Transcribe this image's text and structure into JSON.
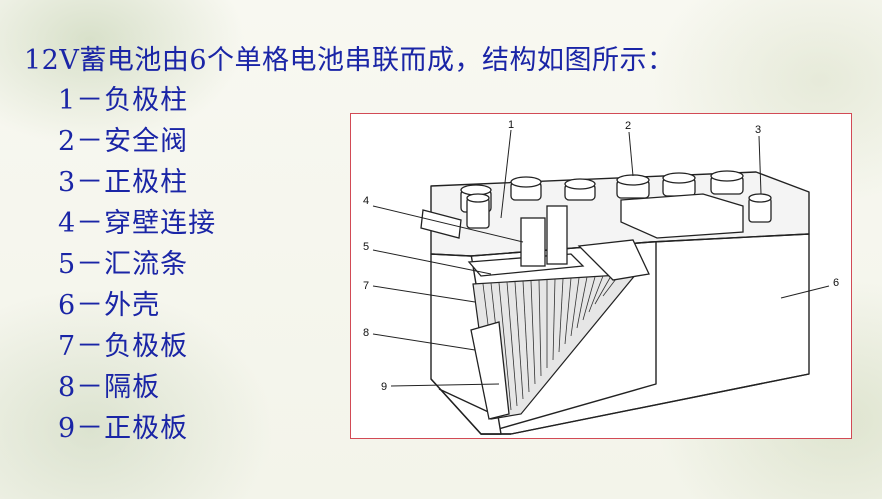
{
  "heading": "12V蓄电池由6个单格电池串联而成，结构如图所示：",
  "legend": [
    "1－负极柱",
    "2－安全阀",
    "3－正极柱",
    "4－穿壁连接",
    "5－汇流条",
    "6－外壳",
    "7－负极板",
    "8－隔板",
    "9－正极板"
  ],
  "figure": {
    "callouts": [
      "1",
      "2",
      "3",
      "4",
      "5",
      "6",
      "7",
      "8",
      "9"
    ]
  },
  "colors": {
    "text": "#1a25a6",
    "frame_border": "#d24a55"
  }
}
